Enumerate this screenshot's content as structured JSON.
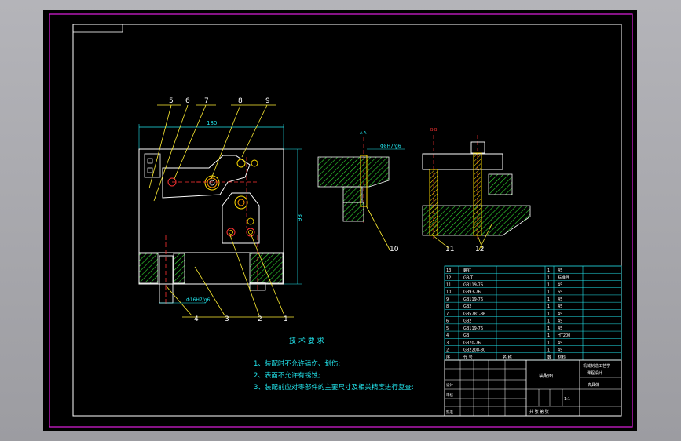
{
  "sheet": {
    "title_block_top_left": "",
    "part_balloons": [
      "5",
      "6",
      "7",
      "8",
      "9",
      "10",
      "11",
      "12",
      "4",
      "3",
      "2",
      "1"
    ],
    "dimensions": {
      "width_top": "180",
      "height_right": "98",
      "fit_bottom": "Φ16H7/g6",
      "fit_section": "Φ8H7/g6"
    },
    "section_marks": {
      "a1": "A-A",
      "a2": "B-B"
    }
  },
  "tech_requirements": {
    "heading": "技 术 要 求",
    "items": [
      "1、装配时不允许磕伤、划伤;",
      "2、表面不允许有锈蚀;",
      "3、装配前应对零部件的主要尺寸及相关精度进行复查:"
    ]
  },
  "bom": {
    "rows": [
      {
        "no": "13",
        "code": "螺钉",
        "name": "",
        "qty": "1",
        "mat": "45"
      },
      {
        "no": "12",
        "code": "GB/T",
        "name": "",
        "qty": "1",
        "mat": "标准件"
      },
      {
        "no": "11",
        "code": "GB119-76",
        "name": "",
        "qty": "1",
        "mat": "45"
      },
      {
        "no": "10",
        "code": "GB93-76",
        "name": "",
        "qty": "1",
        "mat": "65"
      },
      {
        "no": "9",
        "code": "GB119-76",
        "name": "",
        "qty": "1",
        "mat": "45"
      },
      {
        "no": "8",
        "code": "GB2",
        "name": "",
        "qty": "1",
        "mat": "45"
      },
      {
        "no": "7",
        "code": "GB5781-86",
        "name": "",
        "qty": "1",
        "mat": "45"
      },
      {
        "no": "6",
        "code": "GB2",
        "name": "",
        "qty": "1",
        "mat": "45"
      },
      {
        "no": "5",
        "code": "GB119-76",
        "name": "",
        "qty": "1",
        "mat": "45"
      },
      {
        "no": "4",
        "code": "GB",
        "name": "",
        "qty": "1",
        "mat": "HT200"
      },
      {
        "no": "3",
        "code": "GB70-76",
        "name": "",
        "qty": "1",
        "mat": "45"
      },
      {
        "no": "2",
        "code": "GB2208-80",
        "name": "",
        "qty": "1",
        "mat": "45"
      }
    ],
    "header": {
      "no": "序",
      "code": "代 号",
      "name": "名 称",
      "qty": "数",
      "mat": "材料"
    }
  },
  "title_block": {
    "drawing_name": "夹具体",
    "company": "机械制造工艺学",
    "sub_title": "课程设计",
    "scale": "1:1",
    "sheet_label": "共 张 第 张",
    "designer": "设计",
    "checker": "审核",
    "approver": "批准",
    "drawing_no": "装配图"
  }
}
